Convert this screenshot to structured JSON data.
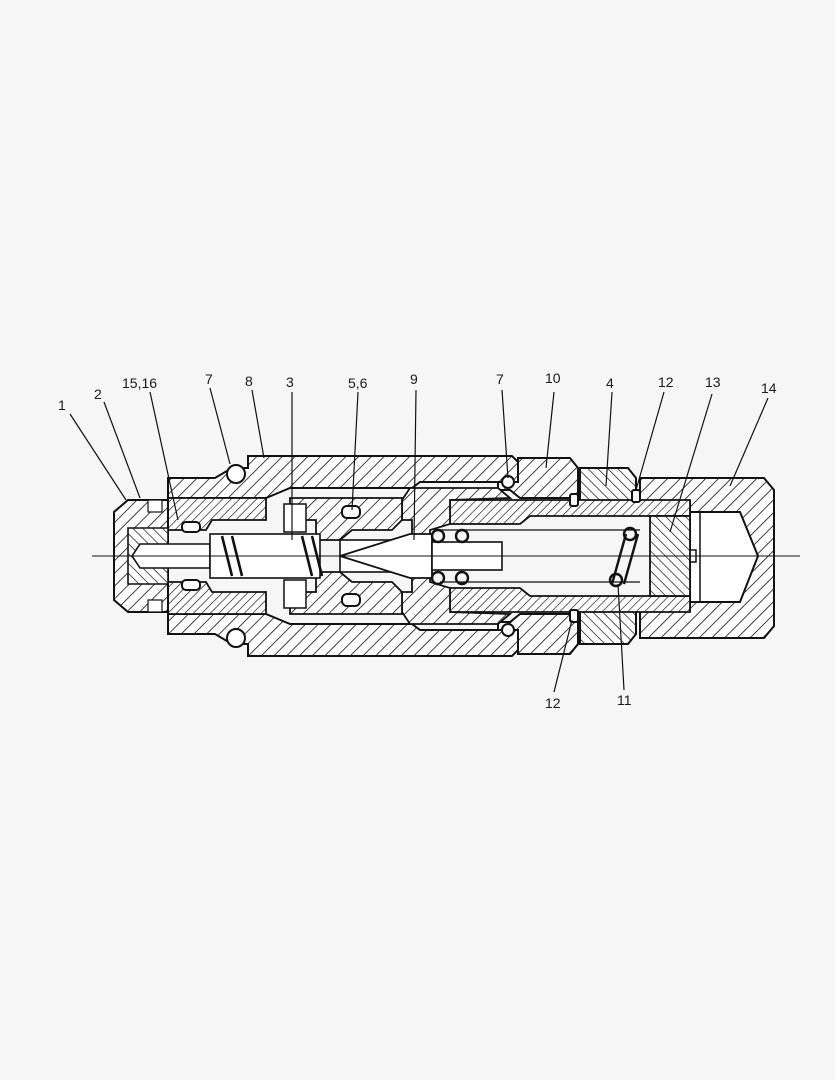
{
  "diagram": {
    "type": "cross-section",
    "callouts_top": [
      {
        "id": "c1",
        "text": "1"
      },
      {
        "id": "c2",
        "text": "2"
      },
      {
        "id": "c15_16",
        "text": "15,16"
      },
      {
        "id": "c7a",
        "text": "7"
      },
      {
        "id": "c8",
        "text": "8"
      },
      {
        "id": "c3",
        "text": "3"
      },
      {
        "id": "c5_6",
        "text": "5,6"
      },
      {
        "id": "c9",
        "text": "9"
      },
      {
        "id": "c7b",
        "text": "7"
      },
      {
        "id": "c10",
        "text": "10"
      },
      {
        "id": "c4",
        "text": "4"
      },
      {
        "id": "c12a",
        "text": "12"
      },
      {
        "id": "c13",
        "text": "13"
      },
      {
        "id": "c14",
        "text": "14"
      }
    ],
    "callouts_bottom": [
      {
        "id": "c12b",
        "text": "12"
      },
      {
        "id": "c11",
        "text": "11"
      }
    ],
    "ink_color": "#111111",
    "paper_color": "#f6f6f6"
  }
}
